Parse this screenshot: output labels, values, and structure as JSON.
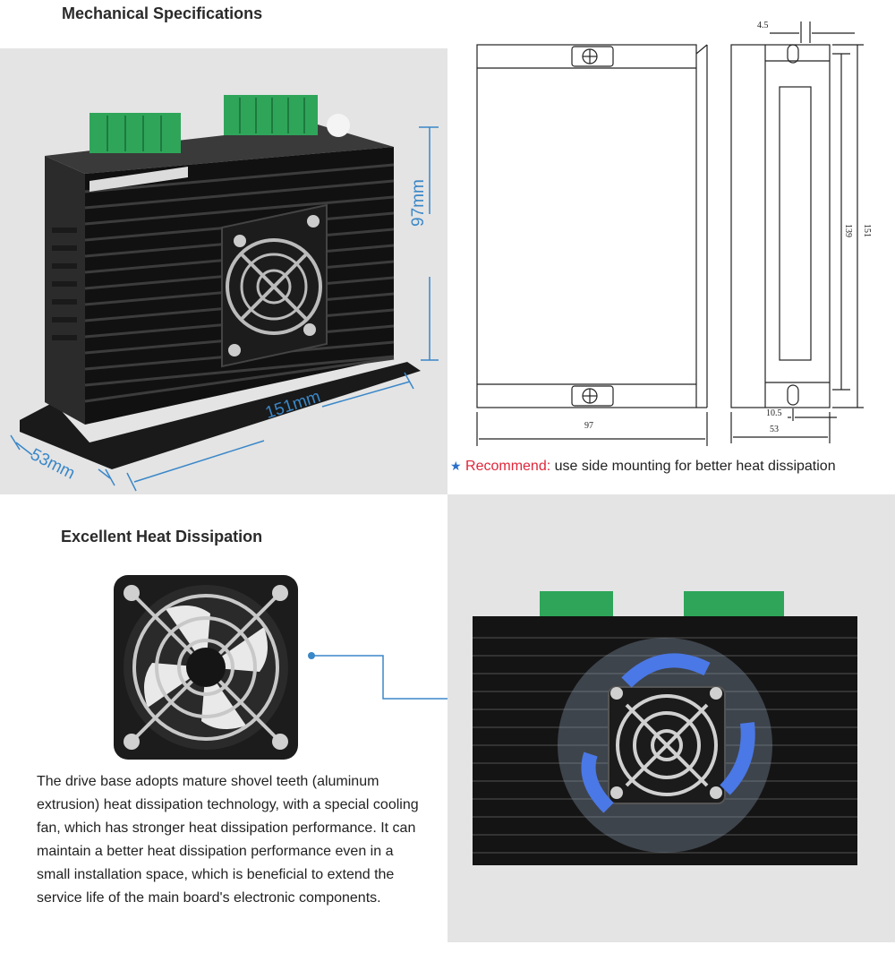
{
  "mechanical": {
    "title": "Mechanical Specifications",
    "dim_height": "97mm",
    "dim_length": "151mm",
    "dim_depth": "53mm"
  },
  "drawing": {
    "front_width": "97",
    "side_screw_offset": "4.5",
    "side_inner_height": "139",
    "side_total_height": "151",
    "side_slot_offset": "10.5",
    "side_depth": "53"
  },
  "recommend": {
    "icon": "star-icon",
    "key": "Recommend:",
    "text": " use side mounting for better heat dissipation"
  },
  "heat": {
    "title": "Excellent Heat Dissipation",
    "description": "The drive base adopts mature shovel teeth (aluminum extrusion) heat dissipation technology, with a special cooling fan, which has stronger heat dissipation performance. It can maintain a better heat dissipation performance even in a small installation space, which is beneficial to extend the service life of the main board's electronic components."
  },
  "colors": {
    "accent_blue": "#3a87c8",
    "recommend_red": "#e0263a",
    "panel_grey": "#e4e4e4"
  }
}
